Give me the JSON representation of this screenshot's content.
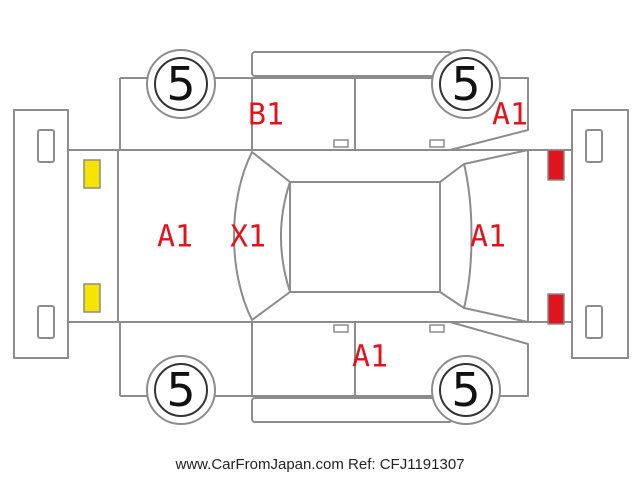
{
  "colors": {
    "line": "#8c8c8c",
    "damage_text": "#e0141c",
    "fog_lamp": "#f5e400",
    "tail_lamp": "#e0141c"
  },
  "tire_labels": {
    "front_left": "5",
    "front_right": "5",
    "rear_left": "5",
    "rear_right": "5"
  },
  "damage_labels": {
    "top_front_door": "B1",
    "top_right_quarter": "A1",
    "front_bonnet": "A1",
    "windshield": "X1",
    "rear_trunk": "A1",
    "bottom_rear_door": "A1"
  },
  "footer": {
    "site": "www.CarFromJapan.com",
    "ref": "Ref: CFJ1191307"
  }
}
